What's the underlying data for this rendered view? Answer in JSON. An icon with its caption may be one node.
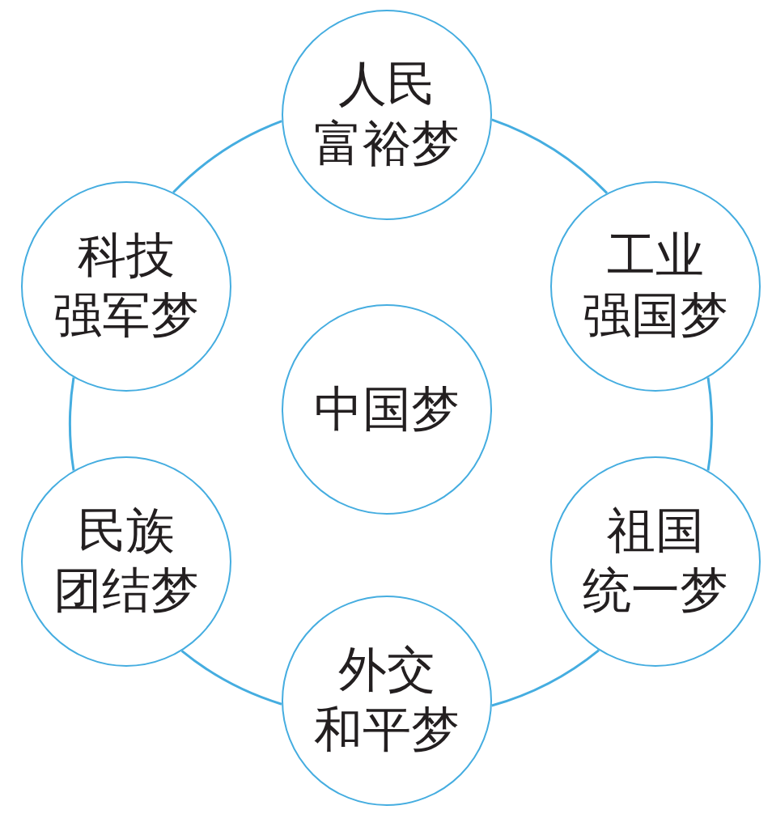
{
  "diagram": {
    "nodes": [
      {
        "text": [
          "人民富裕梦"
        ]
      },
      {
        "text": [
          "科技强军梦"
        ]
      },
      {
        "text": [
          "工业强国梦"
        ]
      },
      {
        "text": [
          "中国梦"
        ]
      },
      {
        "text": [
          "民族团结梦"
        ]
      },
      {
        "text": [
          "祖国统一梦"
        ]
      },
      {
        "text": [
          "外交和平梦"
        ]
      }
    ],
    "edges": [
      {
        "from": 0,
        "to": 2,
        "arrow": "none"
      },
      {
        "from": 2,
        "to": 5,
        "arrow": "none"
      },
      {
        "from": 5,
        "to": 6,
        "arrow": "none"
      },
      {
        "from": 6,
        "to": 4,
        "arrow": "none"
      },
      {
        "from": 4,
        "to": 1,
        "arrow": "none"
      },
      {
        "from": 1,
        "to": 0,
        "arrow": "none"
      }
    ]
  }
}
